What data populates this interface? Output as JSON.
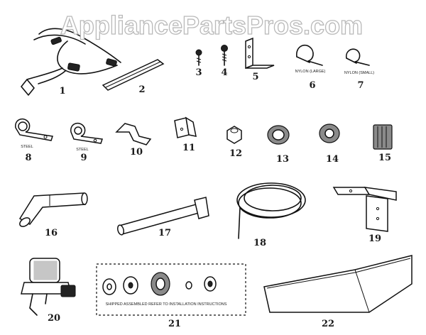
{
  "watermark": "AppliancePartsPros.com",
  "parts": [
    {
      "number": "1"
    },
    {
      "number": "2"
    },
    {
      "number": "3"
    },
    {
      "number": "4"
    },
    {
      "number": "5"
    },
    {
      "number": "6",
      "caption": "NYLON (LARGE)"
    },
    {
      "number": "7",
      "caption": "NYLON (SMALL)"
    },
    {
      "number": "8",
      "caption": "STEEL"
    },
    {
      "number": "9",
      "caption": "STEEL"
    },
    {
      "number": "10"
    },
    {
      "number": "11"
    },
    {
      "number": "12"
    },
    {
      "number": "13"
    },
    {
      "number": "14"
    },
    {
      "number": "15"
    },
    {
      "number": "16"
    },
    {
      "number": "17"
    },
    {
      "number": "18"
    },
    {
      "number": "19"
    },
    {
      "number": "20"
    },
    {
      "number": "21"
    },
    {
      "number": "22"
    }
  ],
  "kit_note": "SHIPPED ASSEMBLED REFER TO INSTALLATION INSTRUCTIONS"
}
